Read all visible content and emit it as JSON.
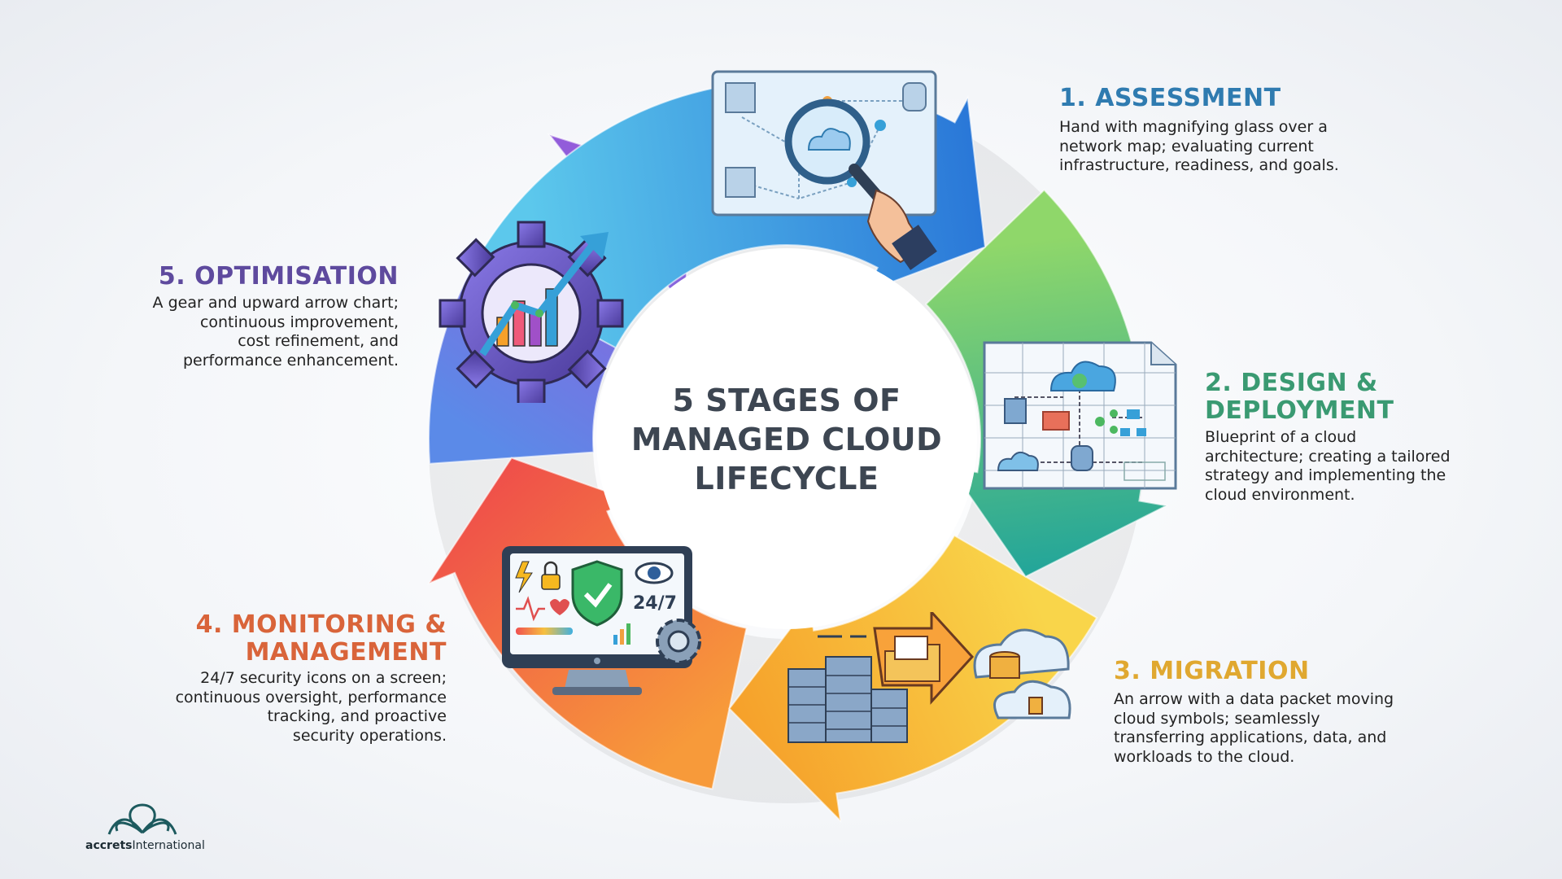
{
  "center_title": [
    "5 STAGES OF",
    "MANAGED CLOUD",
    "LIFECYCLE"
  ],
  "stages": [
    {
      "title": [
        "1. ASSESSMENT"
      ],
      "color": "#2f7bb0",
      "desc": [
        "Hand with magnifying glass over a",
        "network map; evaluating current",
        "infrastructure, readiness, and goals."
      ]
    },
    {
      "title": [
        "2. DESIGN &",
        "DEPLOYMENT"
      ],
      "color": "#3a9a72",
      "desc": [
        "Blueprint of a cloud",
        "architecture; creating a tailored",
        "strategy and implementing the",
        "cloud environment."
      ]
    },
    {
      "title": [
        "3. MIGRATION"
      ],
      "color": "#e0a830",
      "desc": [
        "An arrow with a data packet moving",
        "cloud symbols; seamlessly",
        "transferring applications, data, and",
        "workloads to the cloud."
      ]
    },
    {
      "title": [
        "4. MONITORING &",
        "MANAGEMENT"
      ],
      "color": "#d9643a",
      "desc": [
        "24/7 security icons on a screen;",
        "continuous oversight, performance",
        "tracking, and proactive",
        "security operations."
      ]
    },
    {
      "title": [
        "5. OPTIMISATION"
      ],
      "color": "#5e4a9e",
      "desc": [
        "A gear and upward arrow chart;",
        "continuous improvement,",
        "cost refinement, and",
        "performance enhancement."
      ]
    }
  ],
  "ring_colors": [
    [
      "#5cc8ec",
      "#2a78d8"
    ],
    [
      "#8fd76a",
      "#22a59a"
    ],
    [
      "#f9d54a",
      "#f6a02a"
    ],
    [
      "#f79a3a",
      "#ef4f4a"
    ],
    [
      "#5b8ae8",
      "#9a56d8"
    ]
  ],
  "monitor_badge": "24/7",
  "logo": {
    "bold": "accrets",
    "regular": "International"
  }
}
